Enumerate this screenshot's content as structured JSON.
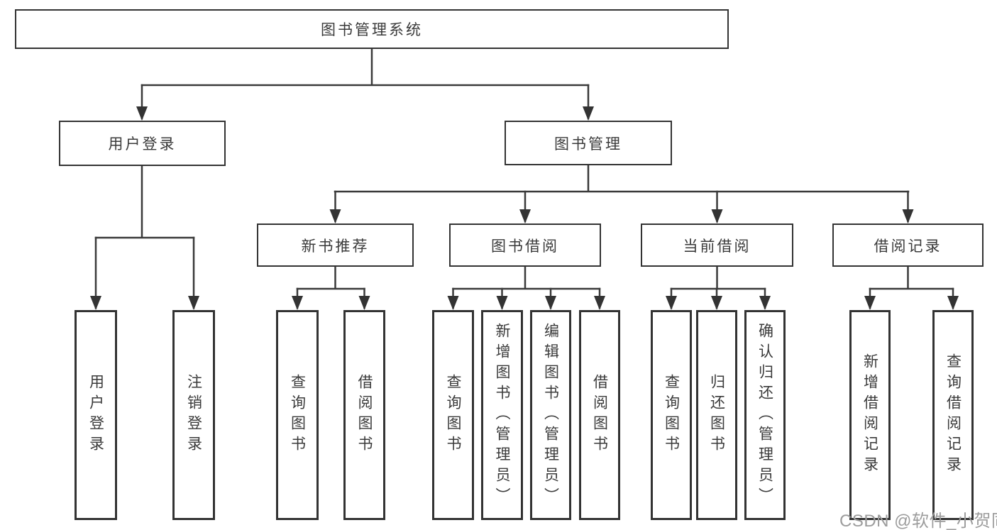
{
  "tree": {
    "root": {
      "label": "图书管理系统"
    },
    "branches": [
      {
        "label": "用户登录",
        "children": [
          {
            "label": "用户登录"
          },
          {
            "label": "注销登录"
          }
        ]
      },
      {
        "label": "图书管理",
        "children": [
          {
            "label": "新书推荐",
            "children": [
              {
                "label": "查询图书"
              },
              {
                "label": "借阅图书"
              }
            ]
          },
          {
            "label": "图书借阅",
            "children": [
              {
                "label": "查询图书"
              },
              {
                "label": "新增图书（管理员）"
              },
              {
                "label": "编辑图书（管理员）"
              },
              {
                "label": "借阅图书"
              }
            ]
          },
          {
            "label": "当前借阅",
            "children": [
              {
                "label": "查询图书"
              },
              {
                "label": "归还图书"
              },
              {
                "label": "确认归还（管理员）"
              }
            ]
          },
          {
            "label": "借阅记录",
            "children": [
              {
                "label": "新增借阅记录"
              },
              {
                "label": "查询借阅记录"
              }
            ]
          }
        ]
      }
    ]
  },
  "watermark": {
    "text": "CSDN @软件_小贺同学"
  },
  "colors": {
    "line": "#3a3a3a",
    "box_border": "#333333",
    "text": "#3a3a3a",
    "watermark": "#9c9c9c",
    "background": "#ffffff"
  }
}
